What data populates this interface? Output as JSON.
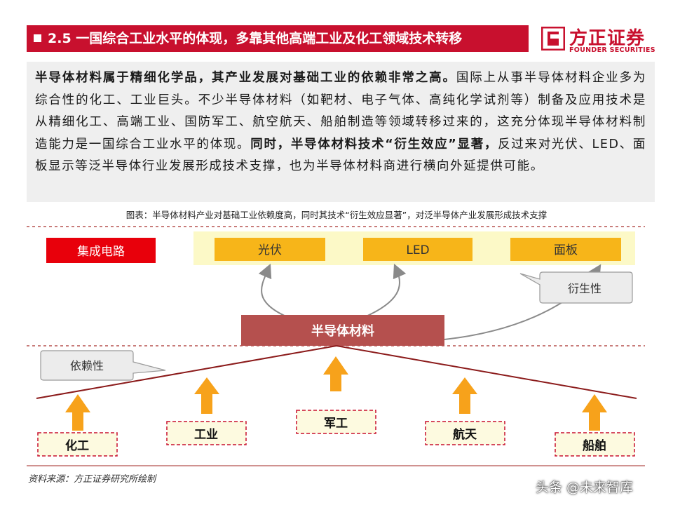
{
  "header": {
    "title": "2.5 一国综合工业水平的体现，多靠其他高端工业及化工领域技术转移",
    "logo_cn": "方正证券",
    "logo_en": "FOUNDER SECURITIES"
  },
  "body": {
    "p1_bold": "半导体材料属于精细化学品，其产业发展对基础工业的依赖非常之高。",
    "p1_normal": "国际上从事半导体材料企业多为综合性的化工、工业巨头。不少半导体材料（如靶材、电子气体、高纯化学试剂等）制备及应用技术是从精细化工、高端工业、国防军工、航空航天、船舶制造等领域转移过来的，这充分体现半导体材料制造能力是一国综合工业水平的体现。",
    "p2_bold": "同时，半导体材料技术“衍生效应”显著，",
    "p2_normal": "反过来对光伏、LED、面板显示等泛半导体行业发展形成技术支撑，也为半导体材料商进行横向外延提供可能。"
  },
  "caption": "图表：半导体材料产业对基础工业依赖度高，同时其技术“衍生效应显著”，对泛半导体产业发展形成技术支撑",
  "diagram": {
    "ic": "集成电路",
    "pv": "光伏",
    "led": "LED",
    "panel": "面板",
    "derivative": "衍生性",
    "core": "半导体材料",
    "dependency": "依赖性",
    "bases": [
      "化工",
      "工业",
      "军工",
      "航天",
      "船舶"
    ]
  },
  "colors": {
    "brand_red": "#c8102e",
    "ic_red": "#e8000b",
    "orange": "#f7a21b",
    "light_yellow": "#fcf9c7",
    "core_red": "#b5504e",
    "base_fill": "#fdfae0",
    "arrow_orange": "#f7a21b"
  },
  "footer": {
    "source": "资料来源：方正证券研究所绘制",
    "watermark": "头条 @未来智库"
  }
}
